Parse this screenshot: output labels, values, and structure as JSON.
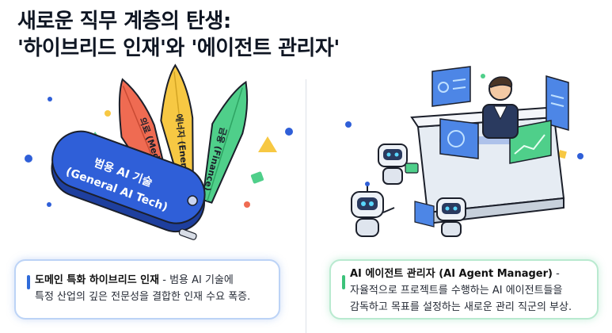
{
  "title": {
    "line1": "새로운 직무 계층의 탄생:",
    "line2": "'하이브리드 인재'와 '에이전트 관리자'"
  },
  "left_illustration": {
    "handle_label_1": "범용 AI 기술",
    "handle_label_2": "(General AI Tech)",
    "blade_medical": "의료 (Medical)",
    "blade_energy": "에너지 (Energy)",
    "blade_finance": "금융 (Finance)"
  },
  "left_card": {
    "heading": "도메인 특화 하이브리드 인재",
    "line1_rest": " - 범용 AI 기술에",
    "line2": "특정 산업의 깊은 전문성을 결합한 인재 수요 폭증."
  },
  "right_card": {
    "heading": "AI 에이전트 관리자 (AI Agent Manager)",
    "line1_rest": " -",
    "line2": "자율적으로 프로젝트를 수행하는 AI 에이전트들을",
    "line3": "감독하고 목표를 설정하는 새로운 관리 직군의 부상."
  },
  "colors": {
    "handle_blue": "#2f5fd8",
    "blade_red": "#ef6b52",
    "blade_yellow": "#f7c843",
    "blade_green": "#4fcf8a",
    "accent_blue": "#2f6bd9",
    "accent_green": "#3cc27a"
  }
}
